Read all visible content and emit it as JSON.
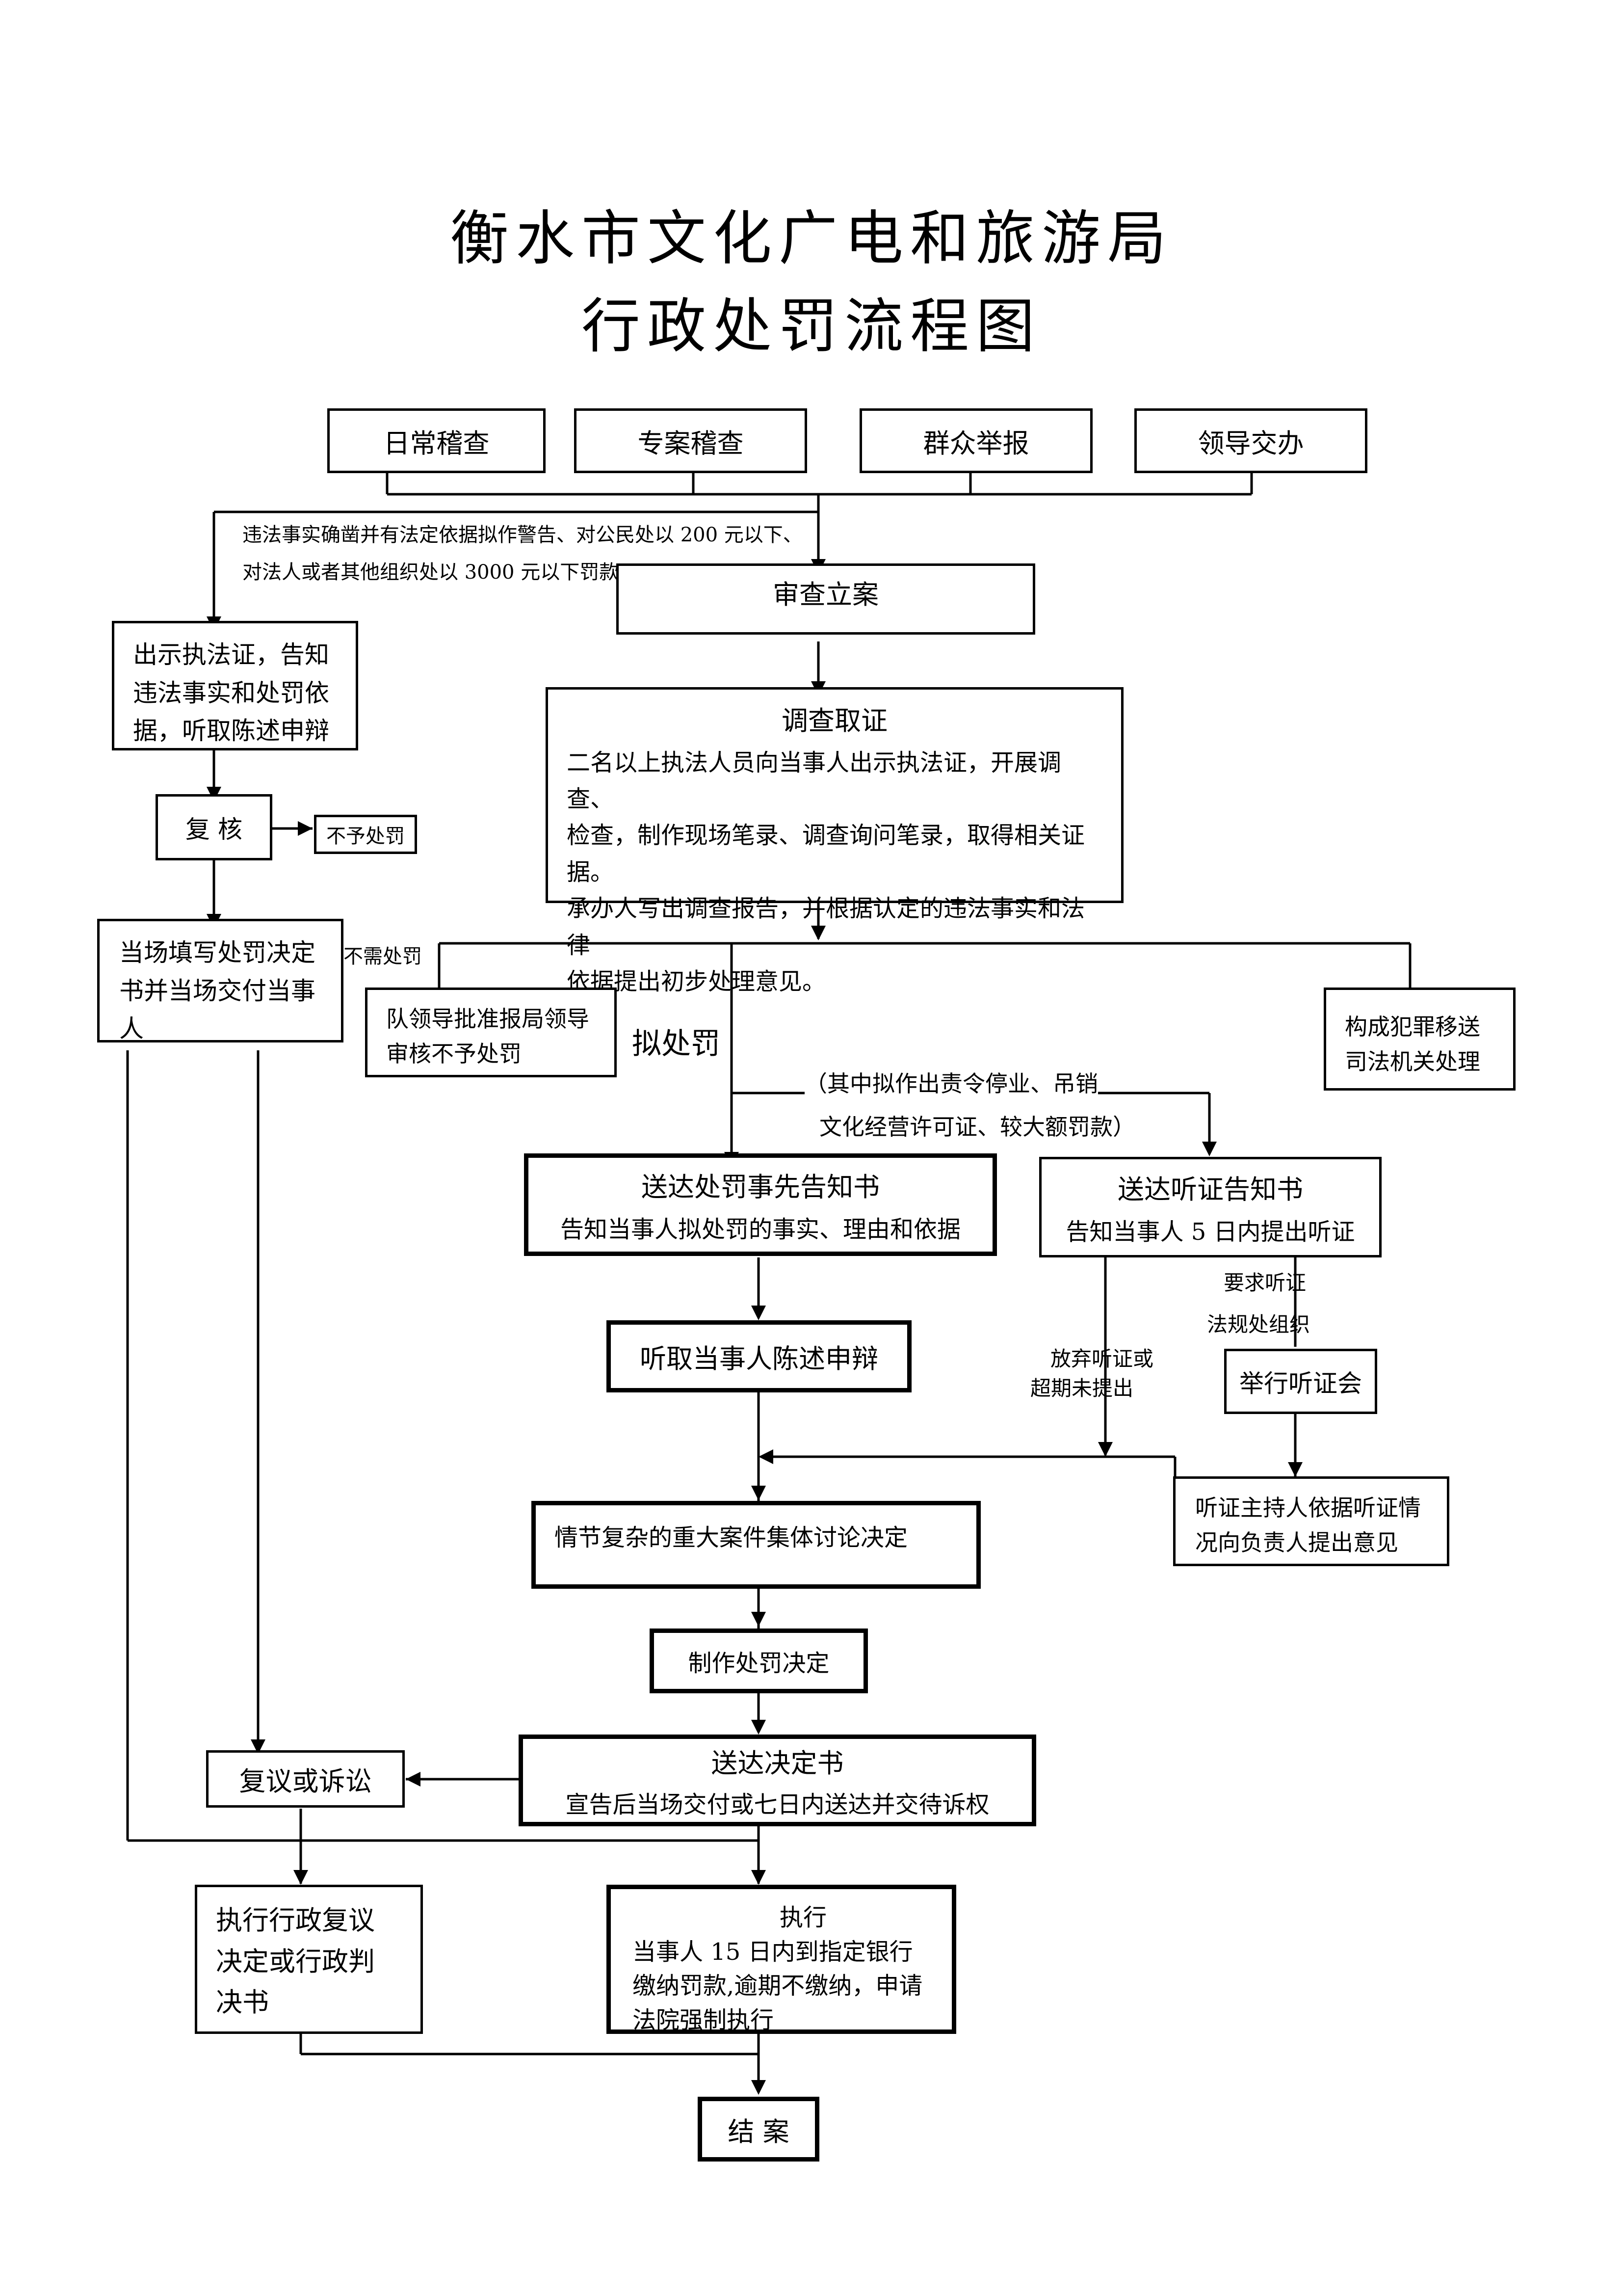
{
  "title": {
    "line1": "衡水市文化广电和旅游局",
    "line2": "行政处罚流程图"
  },
  "sources": [
    "日常稽查",
    "专案稽查",
    "群众举报",
    "领导交办"
  ],
  "simple_condition": {
    "line1": "违法事实确凿并有法定依据拟作警告、对公民处以 200 元以下、",
    "line2": "对法人或者其他组织处以 3000 元以下罚款"
  },
  "register": "审查立案",
  "investigate": {
    "title": "调查取证",
    "line1": "二名以上执法人员向当事人出示执法证，开展调查、",
    "line2": "检查，制作现场笔录、调查询问笔录，取得相关证据。",
    "line3": "承办人写出调查报告，并根据认定的违法事实和法律",
    "line4": "依据提出初步处理意见。"
  },
  "simple_path": {
    "show_cert": {
      "line1": "出示执法证，告知",
      "line2": "违法事实和处罚依",
      "line3": "据，听取陈述申辩"
    },
    "review": "复  核",
    "no_penalty": "不予处罚",
    "onsite_decision": {
      "line1": "当场填写处罚决定",
      "line2": "书并当场交付当事",
      "line3": "人"
    }
  },
  "branches": {
    "no_need_label": "不需处罚",
    "team_leader": {
      "line1": "队领导批准报局领导",
      "line2": "审核不予处罚"
    },
    "proposed_label": "拟处罚",
    "crime": {
      "line1": "构成犯罪移送",
      "line2": "司法机关处理"
    },
    "hearing_condition": {
      "line1": "（其中拟作出责令停业、吊销",
      "line2": "文化经营许可证、较大额罚款）"
    }
  },
  "prior_notice": {
    "title": "送达处罚事先告知书",
    "sub": "告知当事人拟处罚的事实、理由和依据"
  },
  "hearing_notice": {
    "title": "送达听证告知书",
    "sub": "告知当事人 5 日内提出听证"
  },
  "request_hearing": "要求听证",
  "organize": "法规处组织",
  "waive": {
    "line1": "放弃听证或",
    "line2": "超期未提出"
  },
  "hold_hearing": "举行听证会",
  "hearing_report": {
    "line1": "听证主持人依据听证情",
    "line2": "况向负责人提出意见"
  },
  "listen": "听取当事人陈述申辩",
  "collective": "情节复杂的重大案件集体讨论决定",
  "make_decision": "制作处罚决定",
  "deliver": {
    "title": "送达决定书",
    "sub": "宣告后当场交付或七日内送达并交待诉权"
  },
  "appeal": "复议或诉讼",
  "exec_review": {
    "line1": "执行行政复议",
    "line2": "决定或行政判",
    "line3": "决书"
  },
  "execute": {
    "title": "执行",
    "line1": "当事人 15 日内到指定银行",
    "line2": "缴纳罚款,逾期不缴纳，申请",
    "line3": "法院强制执行"
  },
  "close": "结  案"
}
